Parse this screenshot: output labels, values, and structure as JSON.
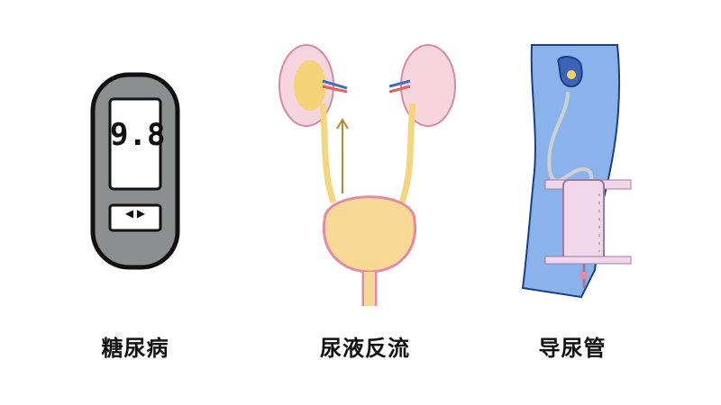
{
  "meter": {
    "reading": "9.8",
    "arrows": "◀ ▶"
  },
  "captions": {
    "left": "糖尿病",
    "middle": "尿液反流",
    "right": "导尿管"
  },
  "colors": {
    "meter_body": "#8c8f90",
    "meter_outline": "#111111",
    "screen": "#ffffff",
    "kidney": "#f7d5de",
    "kidney_core": "#f2d25f",
    "ureter": "#f3d67e",
    "bladder": "#f7d995",
    "bladder_outline": "#e58aa6",
    "leg": "#8ab3ec",
    "leg_outline": "#1b3f86",
    "bag": "#f2d6ea",
    "arrow": "#b48a2c"
  }
}
